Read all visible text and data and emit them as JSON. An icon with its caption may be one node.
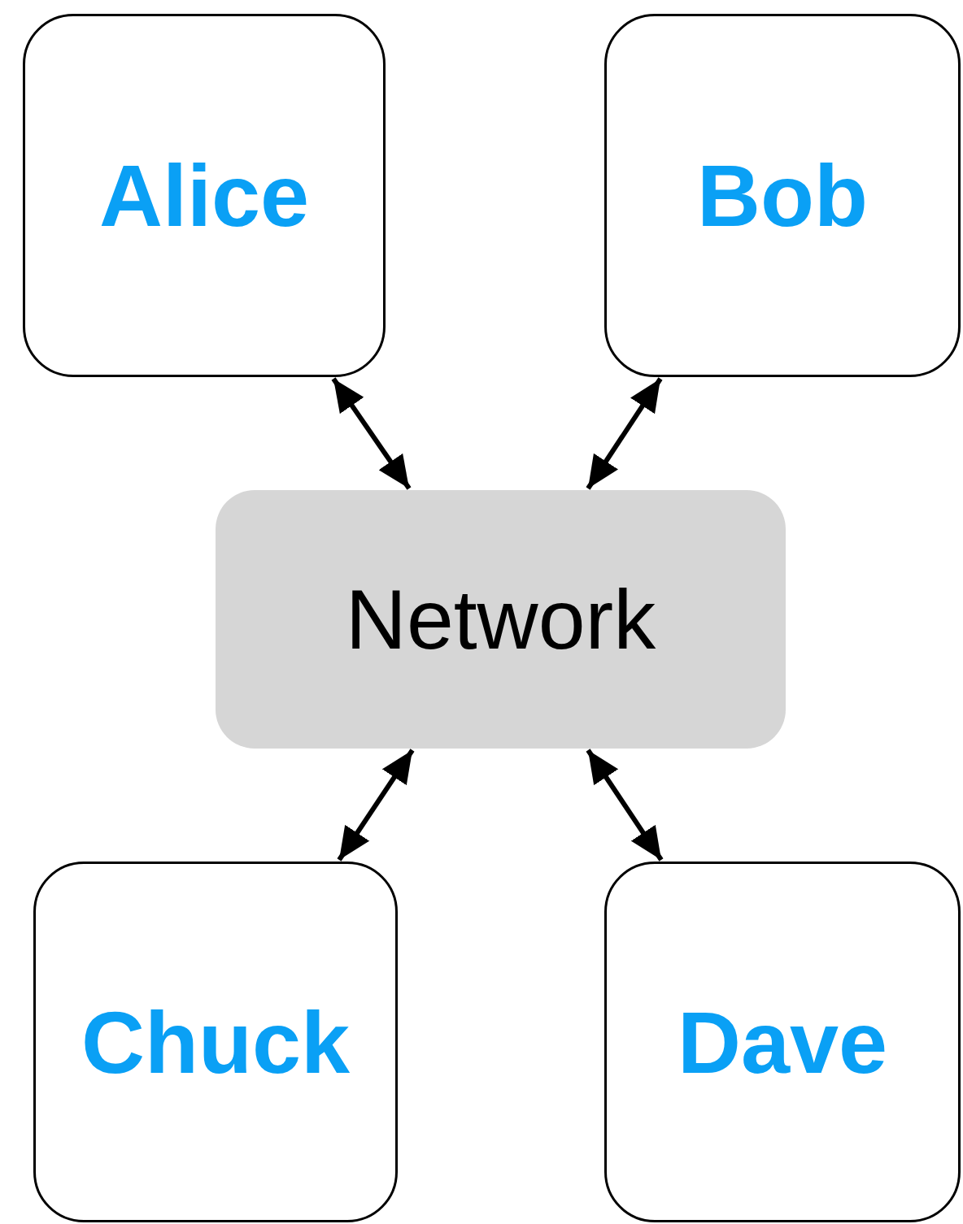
{
  "diagram": {
    "nodes": [
      {
        "text": [
          "Alice"
        ]
      },
      {
        "text": [
          "Bob"
        ]
      },
      {
        "text": [
          "Network"
        ]
      },
      {
        "text": [
          "Chuck"
        ]
      },
      {
        "text": [
          "Dave"
        ]
      }
    ],
    "edges": [
      {
        "from": 0,
        "to": 2,
        "arrow": "both"
      },
      {
        "from": 1,
        "to": 2,
        "arrow": "both"
      },
      {
        "from": 2,
        "to": 3,
        "arrow": "both"
      },
      {
        "from": 2,
        "to": 4,
        "arrow": "both"
      }
    ]
  }
}
